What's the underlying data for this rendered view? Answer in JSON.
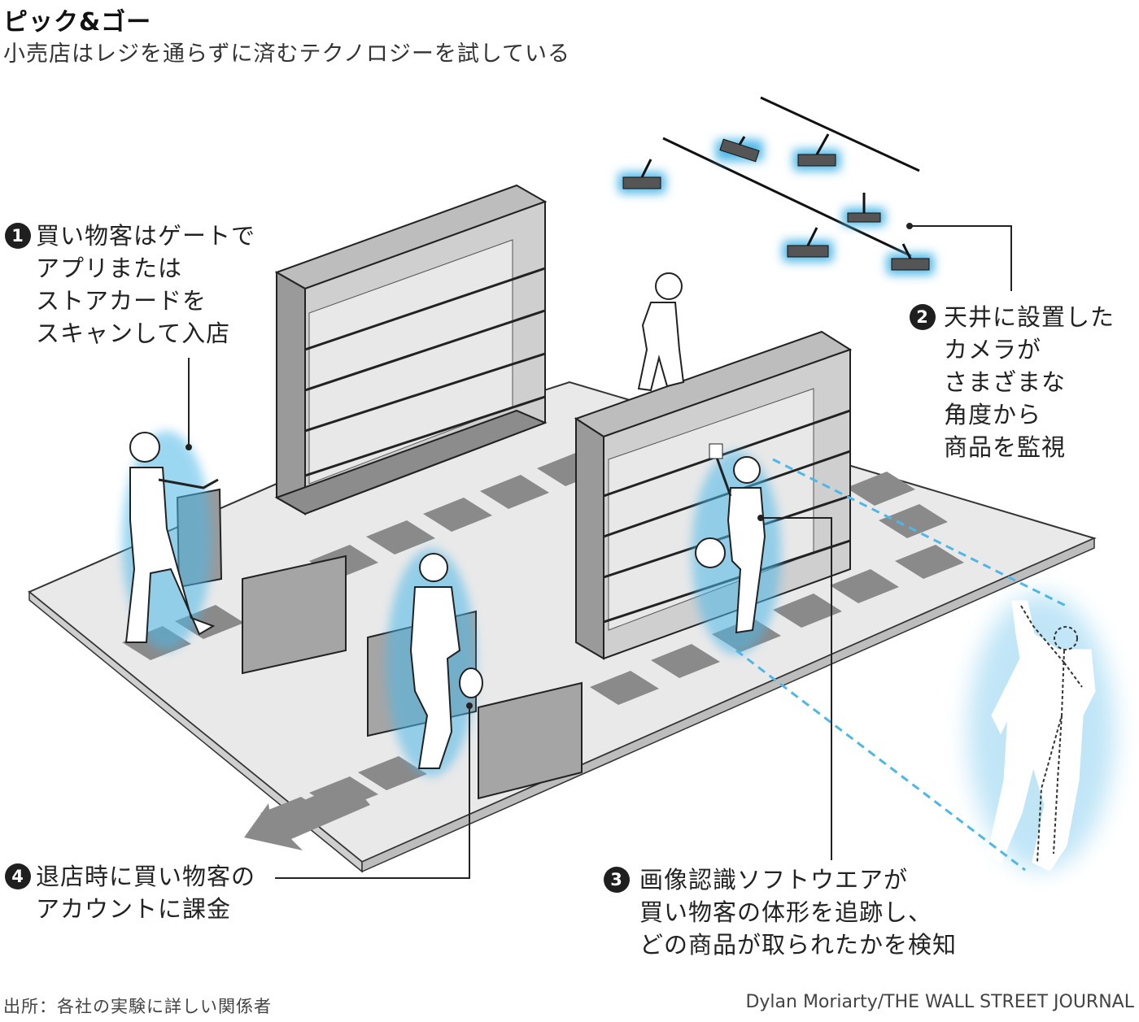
{
  "header": {
    "title": "ピック&ゴー",
    "subtitle": "小売店はレジを通らずに済むテクノロジーを試している"
  },
  "callouts": [
    {
      "number": "1",
      "lines": [
        "買い物客はゲートで",
        "アプリまたは",
        "ストアカードを",
        "スキャンして入店"
      ]
    },
    {
      "number": "2",
      "lines": [
        "天井に設置した",
        "カメラが",
        "さまざまな",
        "角度から",
        "商品を監視"
      ]
    },
    {
      "number": "3",
      "lines": [
        "画像認識ソフトウエアが",
        "買い物客の体形を追跡し、",
        "どの商品が取られたかを検知"
      ]
    },
    {
      "number": "4",
      "lines": [
        "退店時に買い物客の",
        "アカウントに課金"
      ]
    }
  ],
  "footer": {
    "source": "出所：各社の実験に詳しい関係者",
    "credit": "Dylan Moriarty/THE WALL STREET JOURNAL"
  },
  "colors": {
    "glow": "#4db8e8",
    "floor": "#e6e6e6",
    "shelf": "#8c8c8c",
    "tile": "#8a8a8a"
  }
}
